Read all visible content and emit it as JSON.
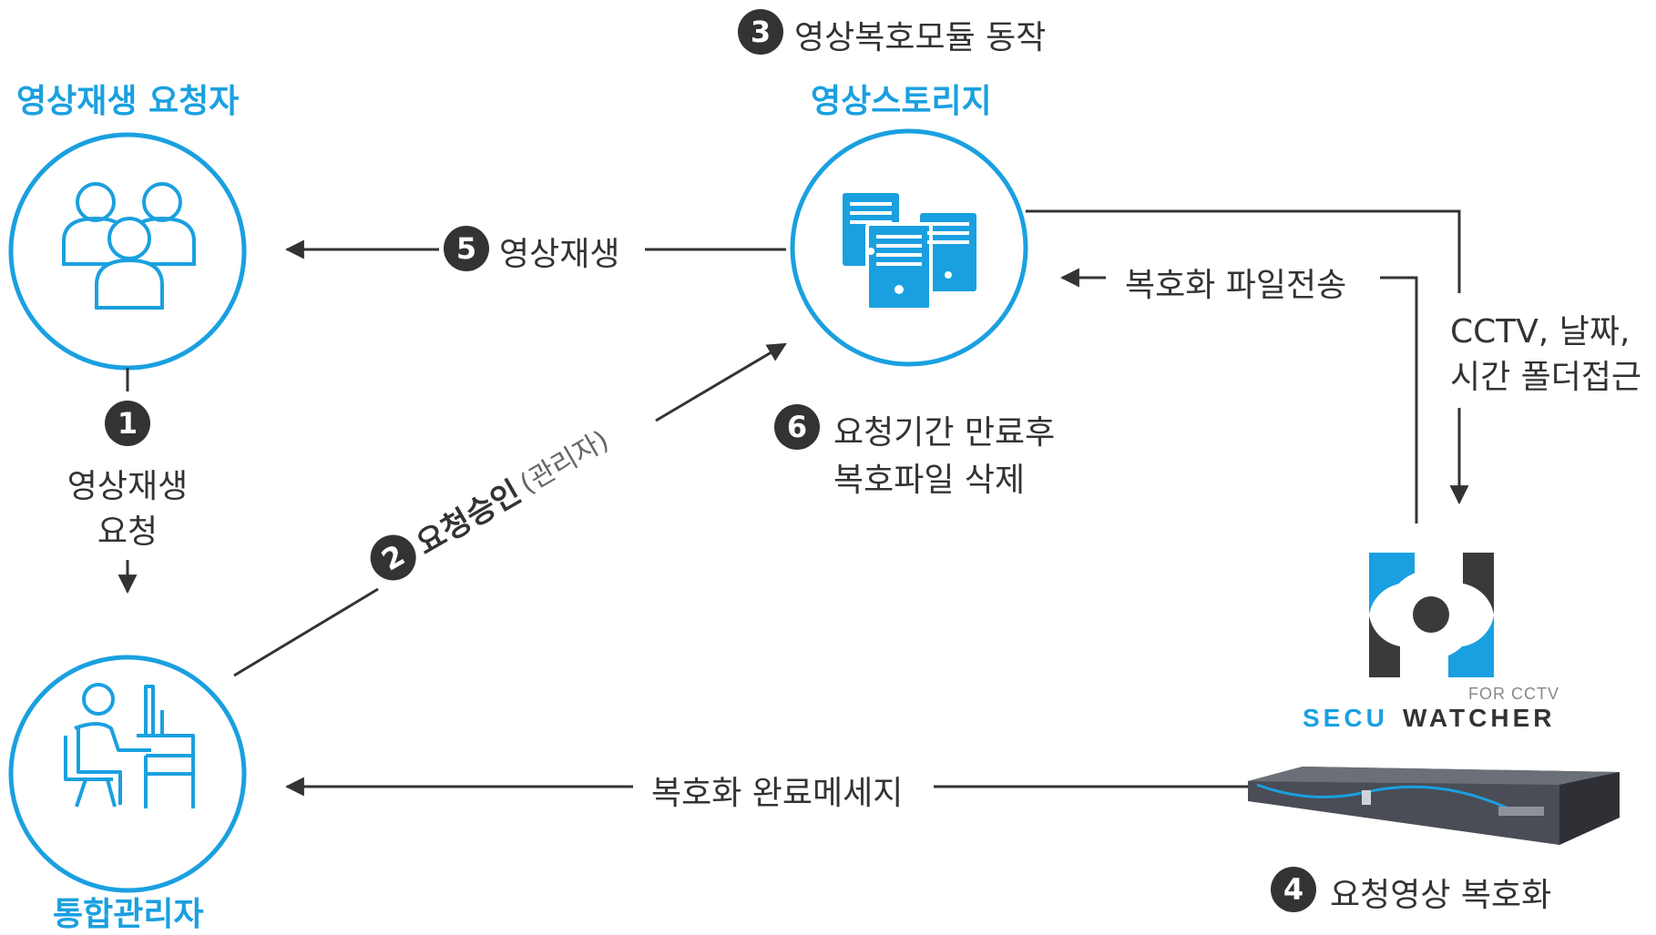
{
  "nodes": {
    "requester": "영상재생 요청자",
    "storage": "영상스토리지",
    "admin": "통합관리자"
  },
  "steps": {
    "s1": {
      "num": "1",
      "line1": "영상재생",
      "line2": "요청"
    },
    "s2": {
      "num": "2",
      "main": "요청승인",
      "sub": "(관리자)"
    },
    "s3": {
      "num": "3",
      "text": "영상복호모듈 동작"
    },
    "s4": {
      "num": "4",
      "text": "요청영상 복호화"
    },
    "s5": {
      "num": "5",
      "text": "영상재생"
    },
    "s6": {
      "num": "6",
      "line1": "요청기간 만료후",
      "line2": "복호파일 삭제"
    }
  },
  "edges": {
    "file_transfer": "복호화 파일전송",
    "folder_access_line1": "CCTV, 날짜,",
    "folder_access_line2": "시간 폴더접근",
    "complete_message": "복호화 완료메세지"
  },
  "brand": {
    "for": "FOR CCTV",
    "secu": "SECU",
    "watcher": "WATCHER"
  },
  "colors": {
    "accent": "#1aa0e0",
    "dark": "#333333",
    "logo_gray": "#3a3a3a"
  },
  "icons": [
    "users-icon",
    "servers-icon",
    "admin-desk-icon",
    "secu-watcher-logo",
    "appliance-device"
  ]
}
